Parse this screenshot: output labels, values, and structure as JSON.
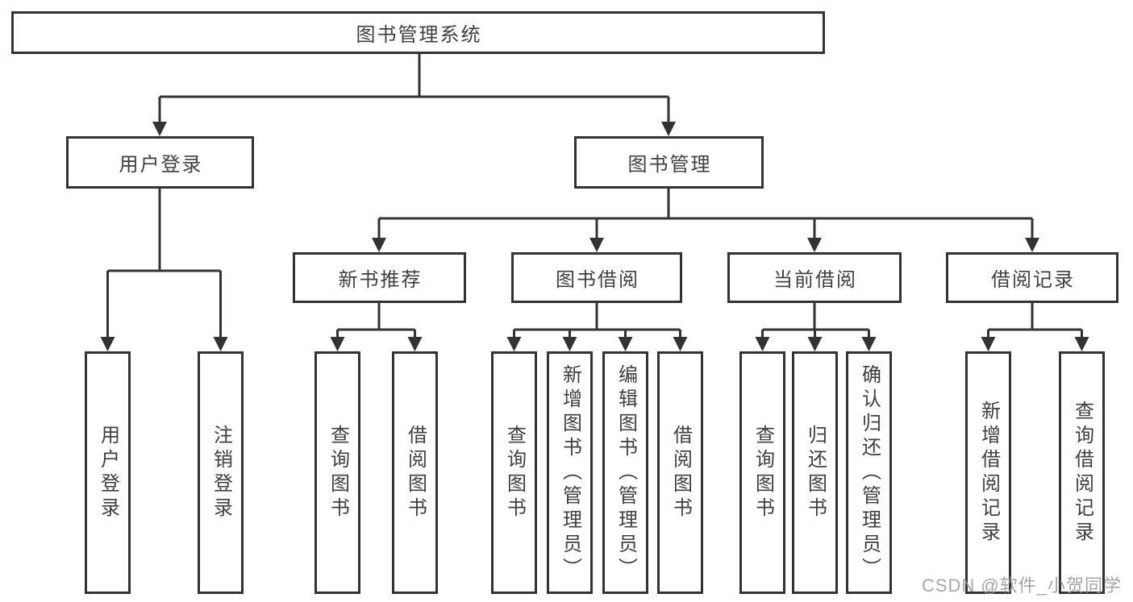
{
  "diagram": {
    "root": {
      "label": "图书管理系统"
    },
    "branches": [
      {
        "label": "用户登录",
        "children": [
          {
            "label": "用户登录"
          },
          {
            "label": "注销登录"
          }
        ]
      },
      {
        "label": "图书管理",
        "children": [
          {
            "label": "新书推荐",
            "children": [
              {
                "label": "查询图书"
              },
              {
                "label": "借阅图书"
              }
            ]
          },
          {
            "label": "图书借阅",
            "children": [
              {
                "label": "查询图书"
              },
              {
                "label": "新增图书（管理员）"
              },
              {
                "label": "编辑图书（管理员）"
              },
              {
                "label": "借阅图书"
              }
            ]
          },
          {
            "label": "当前借阅",
            "children": [
              {
                "label": "查询图书"
              },
              {
                "label": "归还图书"
              },
              {
                "label": "确认归还（管理员）"
              }
            ]
          },
          {
            "label": "借阅记录",
            "children": [
              {
                "label": "新增借阅记录"
              },
              {
                "label": "查询借阅记录"
              }
            ]
          }
        ]
      }
    ]
  },
  "watermark": {
    "text": "CSDN @软件_小贺同学"
  },
  "colors": {
    "line": "#333333",
    "box_border": "#333333",
    "text": "#3f3f3f",
    "watermark": "#969696",
    "background": "#ffffff"
  }
}
